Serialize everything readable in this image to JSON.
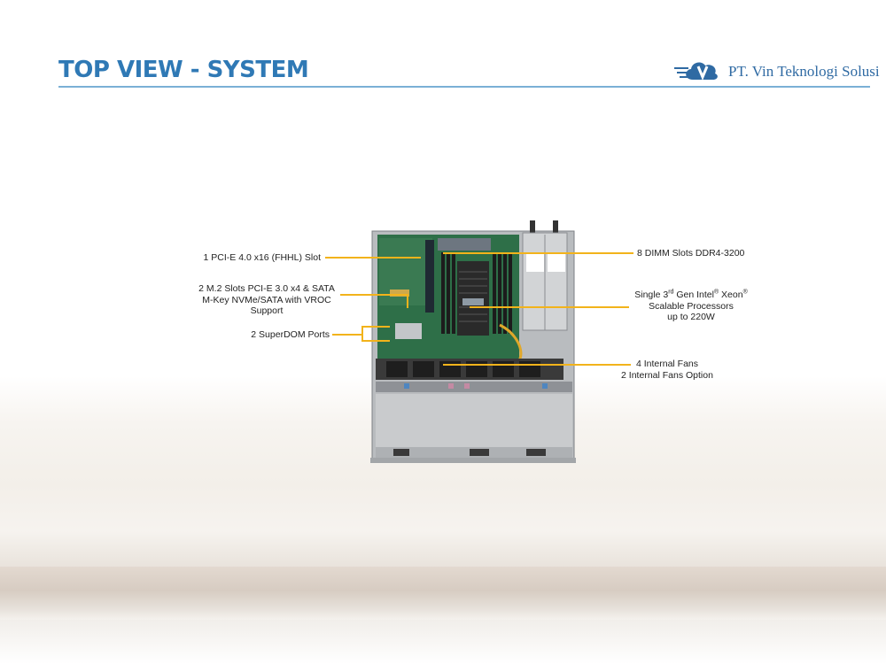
{
  "header": {
    "title": "TOP VIEW - SYSTEM",
    "company": "PT. Vin Teknologi Solusi",
    "logo_icon": "cloud-v-logo-icon"
  },
  "callouts": {
    "pcie_slot": "1 PCI-E 4.0 x16 (FHHL) Slot",
    "m2_line1": "2 M.2 Slots PCI-E 3.0 x4 & SATA",
    "m2_line2": "M-Key NVMe/SATA with VROC",
    "m2_line3": "Support",
    "superdom": "2 SuperDOM Ports",
    "dimm": "8 DIMM Slots DDR4-3200",
    "cpu_line1_a": "Single 3",
    "cpu_line1_sup1": "rd",
    "cpu_line1_b": " Gen Intel",
    "cpu_line1_sup2": "®",
    "cpu_line1_c": "  Xeon",
    "cpu_line1_sup3": "®",
    "cpu_line2": "Scalable Processors",
    "cpu_line3": "up to 220W",
    "fans_line1": "4 Internal  Fans",
    "fans_line2": "2 Internal  Fans Option"
  },
  "colors": {
    "title": "#2f79b5",
    "leader": "#f2b31b",
    "board": "#2e6f48"
  }
}
